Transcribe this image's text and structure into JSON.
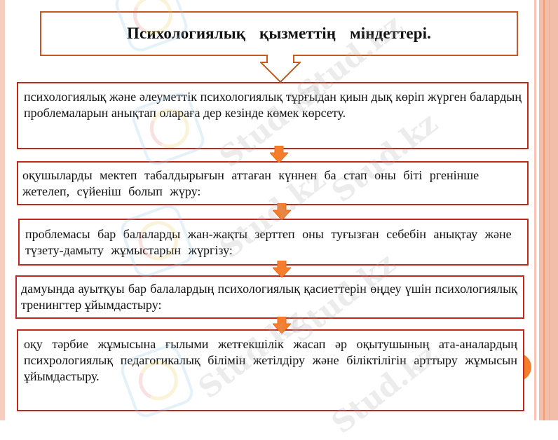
{
  "slide": {
    "title": "Психологиялық    қызметтің    міндеттері.",
    "colors": {
      "title_border": "#c65a1e",
      "box_border": "#c0281c",
      "arrow_fill": "#f57e2d",
      "side_border": "#f2bda9"
    },
    "watermark": "Stud.kz",
    "tasks": [
      {
        "text": "психологиялық және  әлеуметтік  психологиялық  тұрғыдан  қиын дық  көріп  жүрген  балардың   проблемаларын  анықтап олараға  дер кезінде   көмек көрсету."
      },
      {
        "text": "оқушыларды  мектеп  табалдырығын   аттаған  күннен     ба стап  оны біті ргенінше    жетелеп,   сүйеніш   болып   жүру:"
      },
      {
        "text": "проблемасы   бар балаларды   жан-жақты   зерттеп  оны   туғызған себебін   анықтау  және    түзету-дамыту   жұмыстарын  жүргізу:"
      },
      {
        "text": "дамуында  ауытқуы бар  балалардың  психологиялық  қасиеттерін өңдеу  үшін   психологиялық   тренингтер  ұйымдастыру:"
      },
      {
        "text": "оқу  тәрбие  жұмысына  ғылыми  жетғекшілік  жасап  әр оқытушының  ата-аналардың  психрологиялық  педагогикалық білімін  жетілдіру  және  біліктілігін  арттыру  жұмысын ұйымдастыру."
      }
    ],
    "icons": {
      "title_arrow": "outline-down-arrow-icon",
      "step_arrow": "down-arrow-icon"
    }
  }
}
